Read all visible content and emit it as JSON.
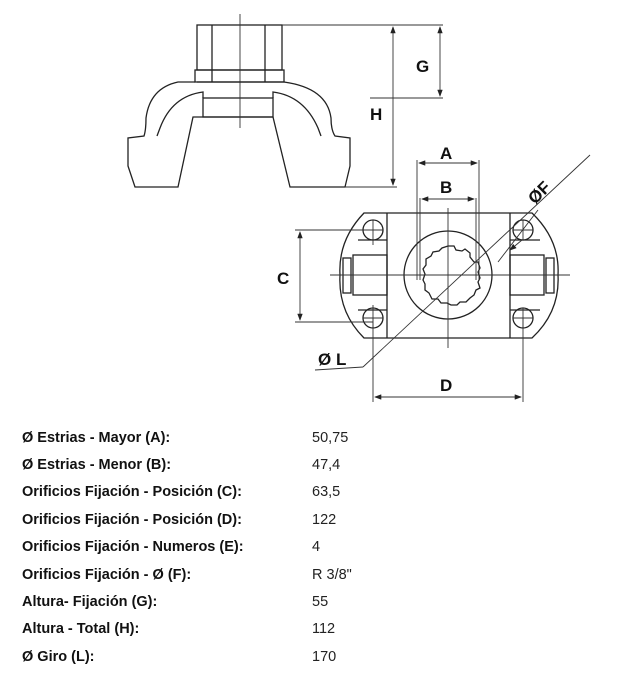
{
  "drawing": {
    "labels": {
      "A": "A",
      "B": "B",
      "C": "C",
      "D": "D",
      "F": "ØF",
      "G": "G",
      "H": "H",
      "L": "Ø L"
    }
  },
  "specs": [
    {
      "label": "Ø Estrias - Mayor (A):",
      "value": "50,75"
    },
    {
      "label": "Ø Estrias - Menor (B):",
      "value": "47,4"
    },
    {
      "label": "Orificios Fijación - Posición (C):",
      "value": "63,5"
    },
    {
      "label": "Orificios Fijación - Posición (D):",
      "value": "122"
    },
    {
      "label": "Orificios Fijación - Numeros (E):",
      "value": "4"
    },
    {
      "label": "Orificios Fijación - Ø (F):",
      "value": "R 3/8\""
    },
    {
      "label": "Altura- Fijación (G):",
      "value": "55"
    },
    {
      "label": "Altura - Total (H):",
      "value": "112"
    },
    {
      "label": "Ø Giro (L):",
      "value": "170"
    }
  ]
}
